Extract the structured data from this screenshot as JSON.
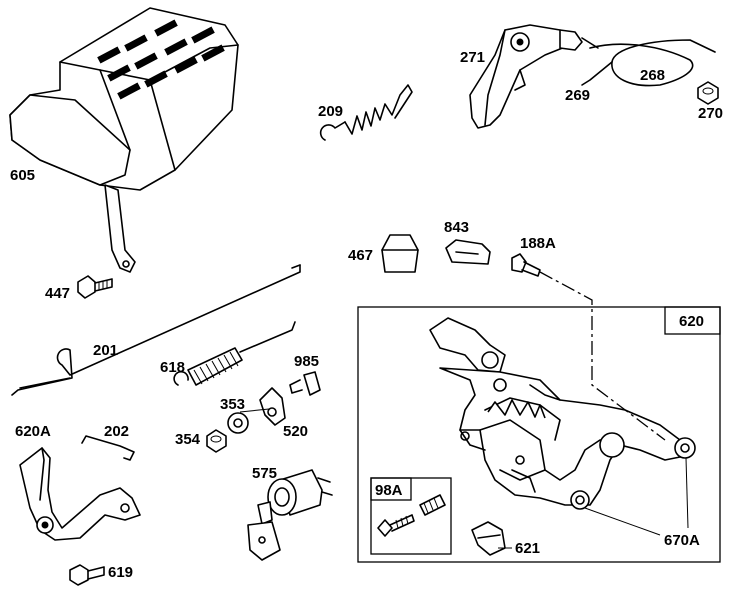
{
  "labels": {
    "p605": "605",
    "p447": "447",
    "p209": "209",
    "p271": "271",
    "p269": "269",
    "p268": "268",
    "p270": "270",
    "p467": "467",
    "p843": "843",
    "p188a": "188A",
    "p620": "620",
    "p201": "201",
    "p618": "618",
    "p985": "985",
    "p353": "353",
    "p354": "354",
    "p520": "520",
    "p620a": "620A",
    "p202": "202",
    "p575": "575",
    "p619": "619",
    "p98a": "98A",
    "p621": "621",
    "p670a": "670A"
  }
}
